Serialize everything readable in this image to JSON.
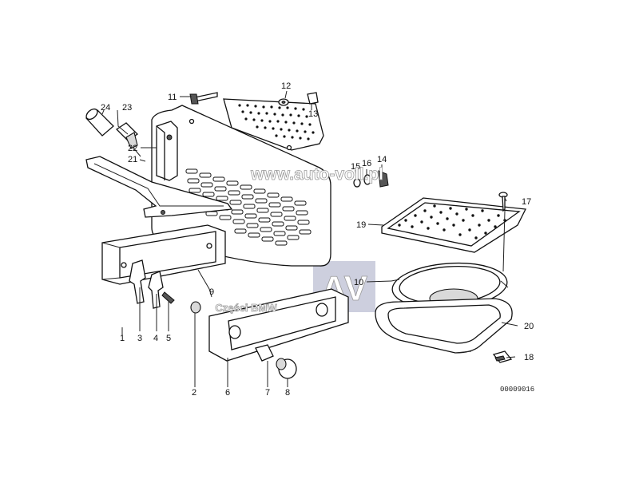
{
  "watermark": {
    "url": "www.auto-voll.pl",
    "logo": "AV",
    "caption": "Części BMW"
  },
  "drawing_number": "00009016",
  "callouts": [
    "1",
    "2",
    "3",
    "4",
    "5",
    "6",
    "7",
    "8",
    "9",
    "10",
    "11",
    "12",
    "13",
    "14",
    "15",
    "16",
    "17",
    "18",
    "19",
    "20",
    "21",
    "22",
    "23",
    "24"
  ]
}
